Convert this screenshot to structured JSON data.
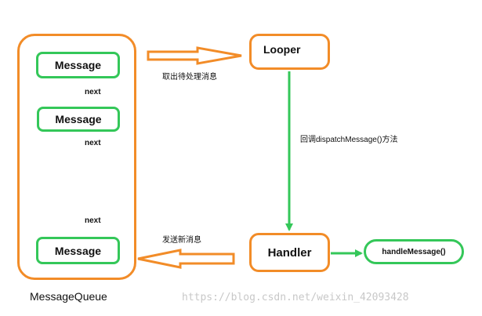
{
  "queue": {
    "label": "MessageQueue",
    "messages": [
      "Message",
      "Message",
      "Message"
    ],
    "links": [
      "next",
      "next",
      "next"
    ]
  },
  "looper": {
    "label": "Looper"
  },
  "handler": {
    "label": "Handler"
  },
  "handle_message": {
    "label": "handleMessage()"
  },
  "edges": {
    "fetch": "取出待处理消息",
    "send": "发送新消息",
    "callback": "回调dispatchMessage()方法"
  },
  "watermark": "https://blog.csdn.net/weixin_42093428",
  "colors": {
    "orange": "#F28C28",
    "green": "#34C759"
  }
}
